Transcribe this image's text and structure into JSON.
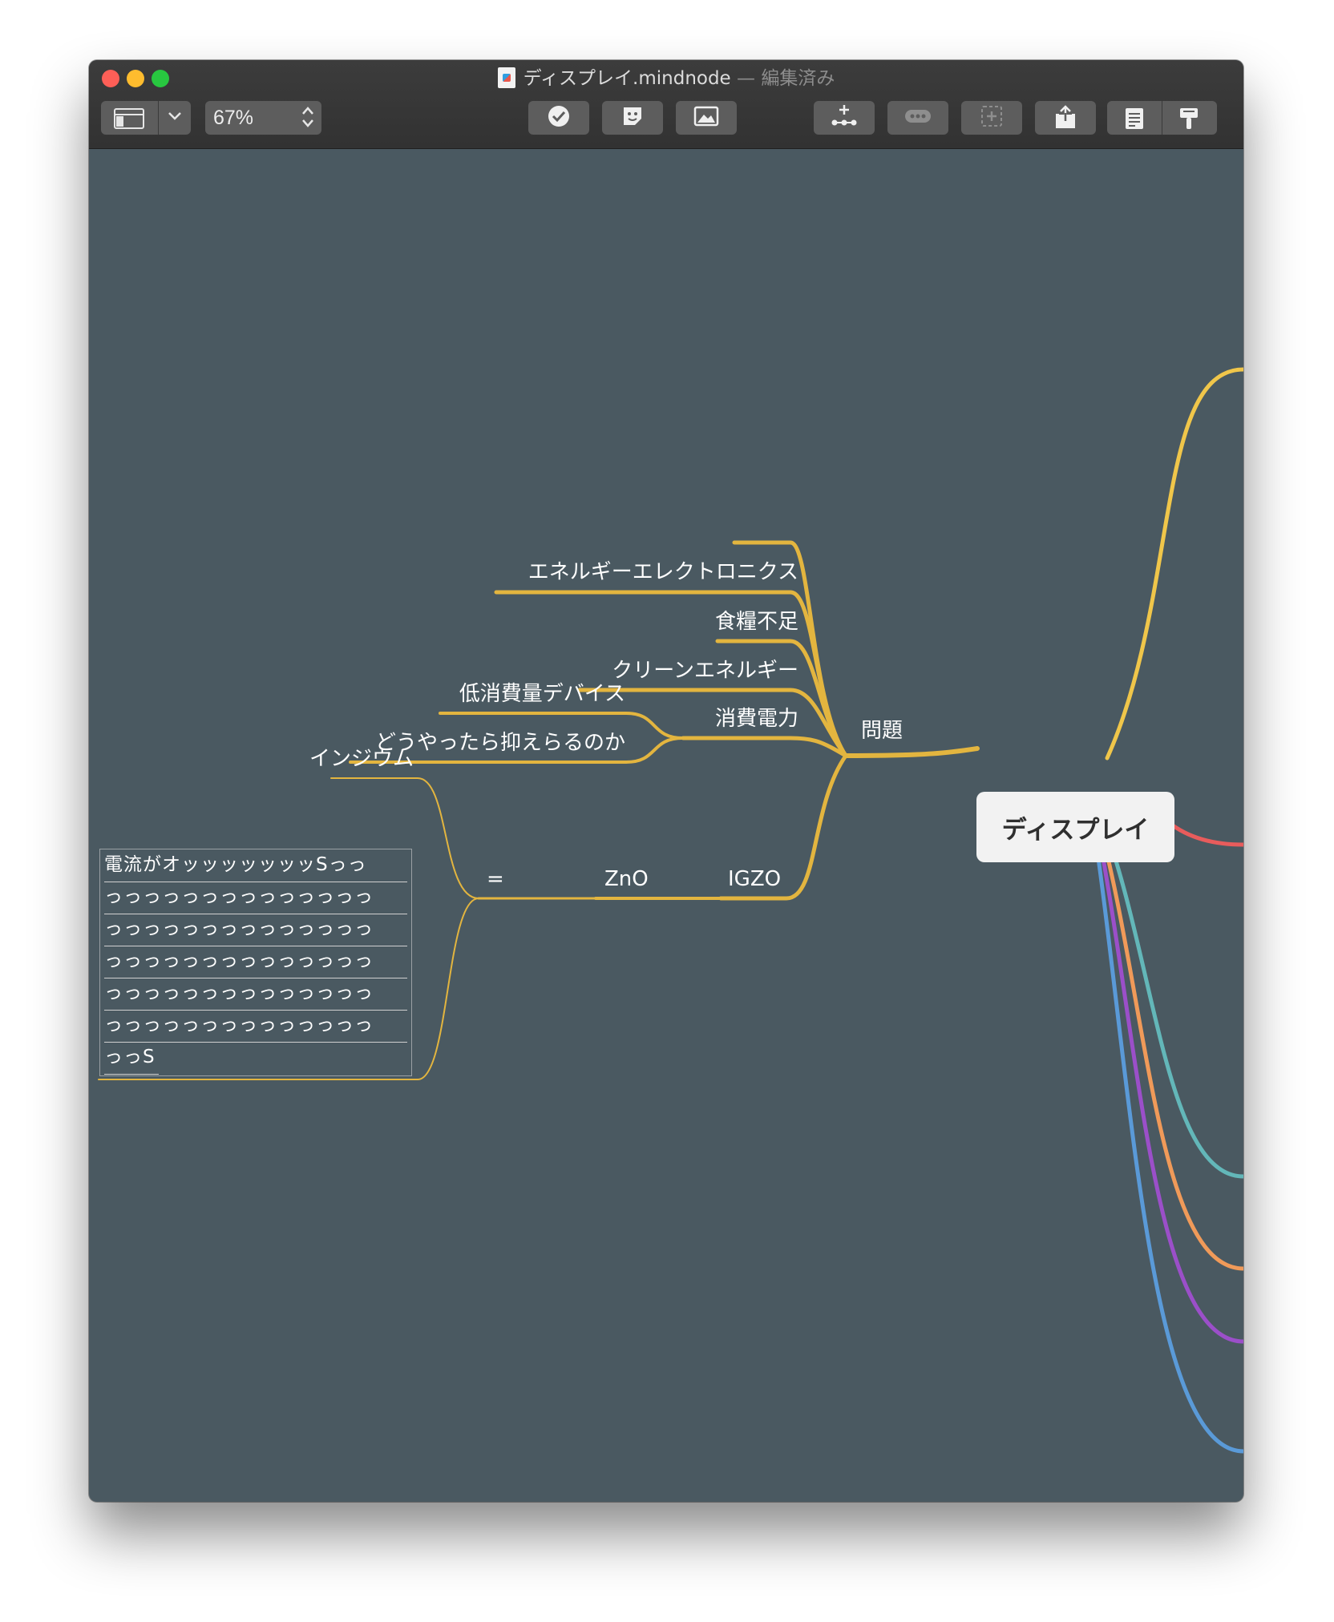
{
  "window": {
    "title": "ディスプレイ.mindnode",
    "title_separator": " — ",
    "status": "編集済み"
  },
  "toolbar": {
    "zoom": "67%",
    "zoom_stepper": "▴▾"
  },
  "mindmap": {
    "root": "ディスプレイ",
    "branch_mondai": "問題",
    "children_mondai": [
      "エネルギーエレクトロニクス",
      "食糧不足",
      "クリーンエネルギー",
      "消費電力"
    ],
    "children_shohi": [
      "低消費量デバイス",
      "どうやったら抑えらるのか"
    ],
    "chain": [
      "IGZO",
      "ZnO",
      "="
    ],
    "indium": "インジウム",
    "note_lines": [
      "電流がオッッッッッッッSっっ",
      "っっっっっっっっっっっっっっ",
      "っっっっっっっっっっっっっっ",
      "っっっっっっっっっっっっっっ",
      "っっっっっっっっっっっっっっ",
      "っっっっっっっっっっっっっっ",
      "っっS"
    ]
  },
  "colors": {
    "canvas_bg": "#4a5961",
    "branch_yellow": "#e3b53f",
    "branch_red": "#e85c5c",
    "branch_teal": "#63b7b9",
    "branch_orange": "#f09a59",
    "branch_purple": "#9b4fc9",
    "branch_blue": "#5a9ad8"
  }
}
